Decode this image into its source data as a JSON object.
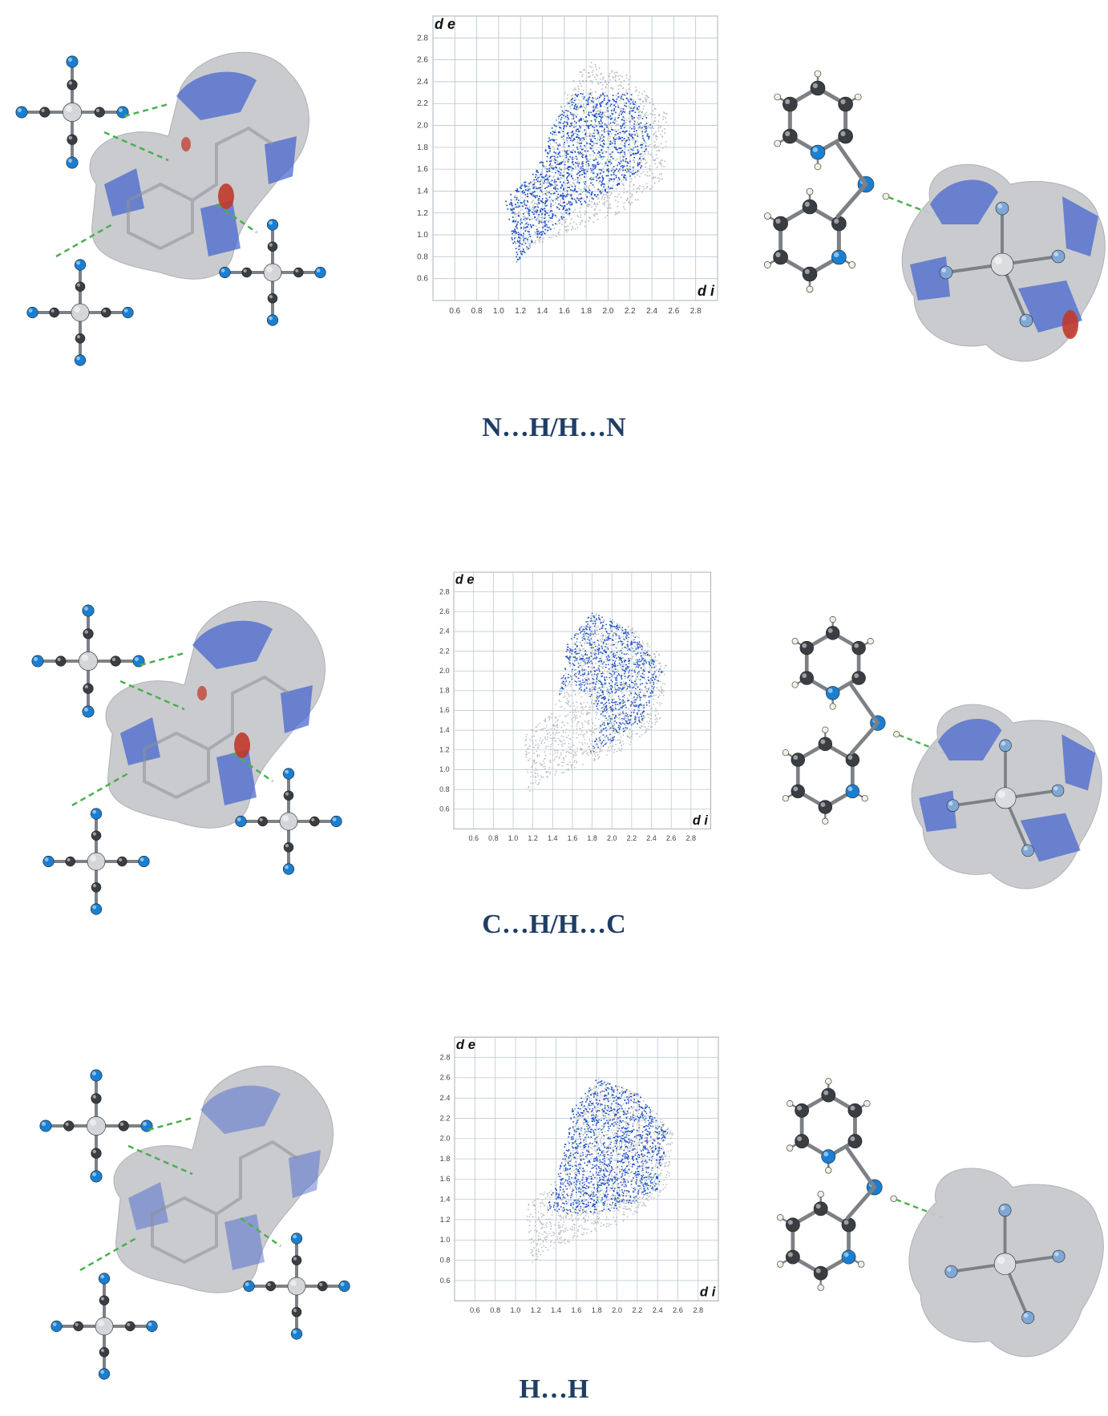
{
  "panels": [
    {
      "caption": "N…H/H…N",
      "variant": "nh"
    },
    {
      "caption": "C…H/H…C",
      "variant": "ch"
    },
    {
      "caption": "H…H",
      "variant": "hh"
    }
  ],
  "colors": {
    "surface": "#c6c8cb",
    "blue_patch": "#3f5fcf",
    "red_spot": "#c0392b",
    "atom_N": "#1a7fd1",
    "atom_C": "#3a3d42",
    "atom_Fe": "#d4d6d9",
    "atom_H": "#f0ede0",
    "contact": "#4caf50",
    "fingerprint_blue": "#1b4fc4",
    "fingerprint_grey": "#b8babd",
    "caption": "#1f3e66"
  },
  "chart_data": [
    {
      "type": "scatter",
      "title": "",
      "xlabel": "d i",
      "ylabel": "d e",
      "xlim": [
        0.4,
        3.0
      ],
      "ylim": [
        0.4,
        3.0
      ],
      "xticks": [
        "0.6",
        "0.8",
        "1.0",
        "1.2",
        "1.4",
        "1.6",
        "1.8",
        "2.0",
        "2.2",
        "2.4",
        "2.6",
        "2.8"
      ],
      "yticks": [
        "0.6",
        "0.8",
        "1.0",
        "1.2",
        "1.4",
        "1.6",
        "1.8",
        "2.0",
        "2.2",
        "2.4",
        "2.6",
        "2.8"
      ],
      "grid": true,
      "series": [
        {
          "role": "full",
          "points": [
            [
              1.1,
              1.35
            ],
            [
              1.4,
              1.6
            ],
            [
              1.6,
              2.3
            ],
            [
              1.8,
              2.6
            ],
            [
              2.2,
              2.45
            ],
            [
              2.55,
              2.1
            ],
            [
              2.5,
              1.5
            ],
            [
              2.1,
              1.2
            ],
            [
              1.7,
              1.05
            ],
            [
              1.3,
              0.9
            ],
            [
              1.15,
              0.75
            ]
          ]
        },
        {
          "role": "highlighted",
          "points": [
            [
              1.05,
              1.35
            ],
            [
              1.35,
              1.6
            ],
            [
              1.5,
              2.05
            ],
            [
              1.7,
              2.3
            ],
            [
              2.2,
              2.3
            ],
            [
              2.4,
              2.0
            ],
            [
              2.3,
              1.6
            ],
            [
              2.0,
              1.4
            ],
            [
              1.7,
              1.25
            ],
            [
              1.4,
              1.0
            ],
            [
              1.15,
              0.75
            ]
          ]
        }
      ]
    },
    {
      "type": "scatter",
      "title": "",
      "xlabel": "d i",
      "ylabel": "d e",
      "xlim": [
        0.4,
        3.0
      ],
      "ylim": [
        0.4,
        3.0
      ],
      "xticks": [
        "0.6",
        "0.8",
        "1.0",
        "1.2",
        "1.4",
        "1.6",
        "1.8",
        "2.0",
        "2.2",
        "2.4",
        "2.6",
        "2.8"
      ],
      "yticks": [
        "0.6",
        "0.8",
        "1.0",
        "1.2",
        "1.4",
        "1.6",
        "1.8",
        "2.0",
        "2.2",
        "2.4",
        "2.6",
        "2.8"
      ],
      "grid": true,
      "series": [
        {
          "role": "full",
          "points": [
            [
              1.1,
              1.35
            ],
            [
              1.4,
              1.6
            ],
            [
              1.6,
              2.3
            ],
            [
              1.8,
              2.6
            ],
            [
              2.2,
              2.45
            ],
            [
              2.55,
              2.1
            ],
            [
              2.5,
              1.5
            ],
            [
              2.1,
              1.2
            ],
            [
              1.7,
              1.05
            ],
            [
              1.3,
              0.9
            ],
            [
              1.15,
              0.75
            ]
          ]
        },
        {
          "role": "highlighted",
          "points": [
            [
              1.45,
              1.75
            ],
            [
              1.55,
              2.3
            ],
            [
              1.8,
              2.6
            ],
            [
              2.2,
              2.4
            ],
            [
              2.5,
              2.0
            ],
            [
              2.3,
              1.5
            ],
            [
              2.0,
              1.3
            ],
            [
              1.75,
              1.15
            ],
            [
              1.9,
              1.55
            ],
            [
              1.6,
              1.9
            ],
            [
              1.45,
              1.75
            ]
          ]
        }
      ]
    },
    {
      "type": "scatter",
      "title": "",
      "xlabel": "d i",
      "ylabel": "d e",
      "xlim": [
        0.4,
        3.0
      ],
      "ylim": [
        0.4,
        3.0
      ],
      "xticks": [
        "0.6",
        "0.8",
        "1.0",
        "1.2",
        "1.4",
        "1.6",
        "1.8",
        "2.0",
        "2.2",
        "2.4",
        "2.6",
        "2.8"
      ],
      "yticks": [
        "0.6",
        "0.8",
        "1.0",
        "1.2",
        "1.4",
        "1.6",
        "1.8",
        "2.0",
        "2.2",
        "2.4",
        "2.6",
        "2.8"
      ],
      "grid": true,
      "series": [
        {
          "role": "full",
          "points": [
            [
              1.1,
              1.35
            ],
            [
              1.4,
              1.6
            ],
            [
              1.6,
              2.3
            ],
            [
              1.8,
              2.6
            ],
            [
              2.2,
              2.45
            ],
            [
              2.55,
              2.1
            ],
            [
              2.5,
              1.5
            ],
            [
              2.1,
              1.2
            ],
            [
              1.7,
              1.05
            ],
            [
              1.3,
              0.9
            ],
            [
              1.15,
              0.75
            ]
          ]
        },
        {
          "role": "highlighted",
          "points": [
            [
              1.3,
              1.3
            ],
            [
              1.45,
              1.8
            ],
            [
              1.55,
              2.3
            ],
            [
              1.8,
              2.6
            ],
            [
              2.2,
              2.45
            ],
            [
              2.5,
              2.1
            ],
            [
              2.4,
              1.5
            ],
            [
              2.0,
              1.3
            ],
            [
              1.6,
              1.25
            ],
            [
              1.3,
              1.3
            ]
          ]
        }
      ]
    }
  ]
}
